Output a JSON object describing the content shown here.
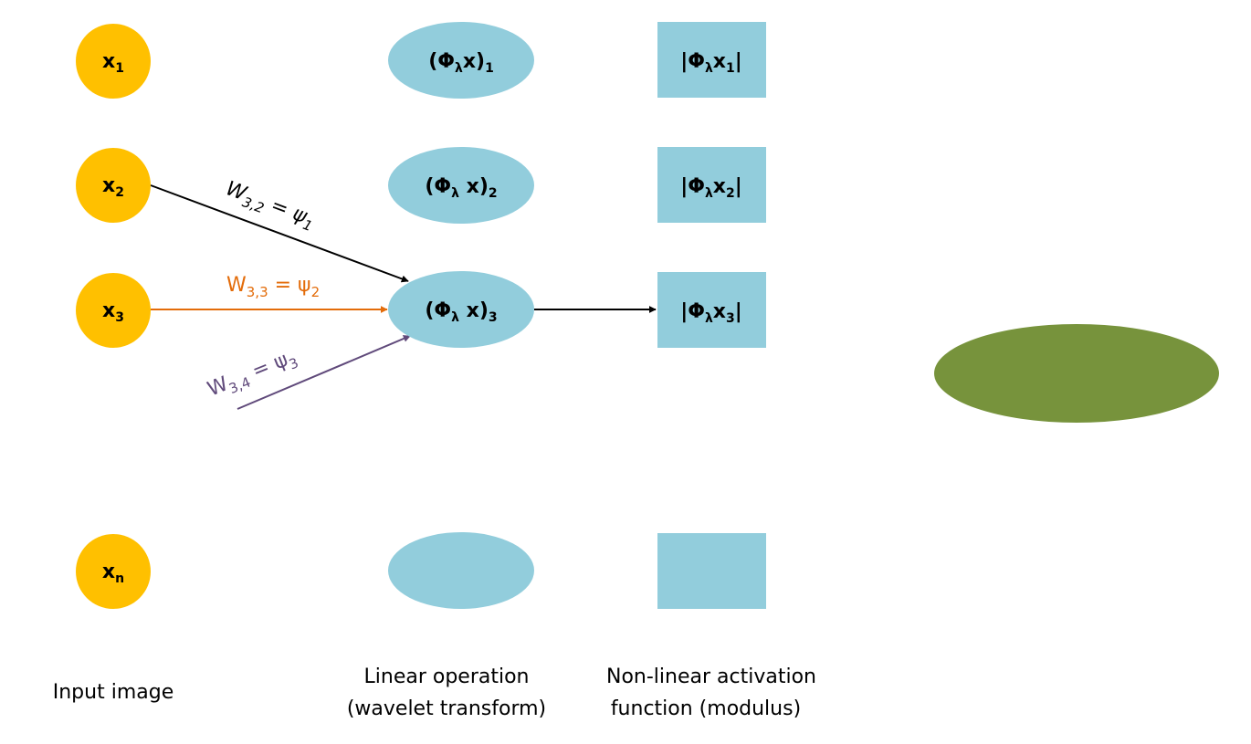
{
  "colors": {
    "input_node": "#FFC000",
    "wavelet_node": "#92CDDC",
    "modulus_node": "#92CDDC",
    "extra_ellipse": "#77933C",
    "edge_w32": "#000000",
    "edge_w33": "#E36C0A",
    "edge_w34": "#604A7B",
    "edge_out": "#000000"
  },
  "inputs": {
    "x1": {
      "base": "x",
      "sub": "1"
    },
    "x2": {
      "base": "x",
      "sub": "2"
    },
    "x3": {
      "base": "x",
      "sub": "3"
    },
    "xn": {
      "base": "x",
      "sub": "n"
    }
  },
  "wavelet": {
    "w1": {
      "open": "(Φ",
      "lambda": "λ",
      "mid": "x)",
      "sub": "1"
    },
    "w2": {
      "open": "(Φ",
      "lambda": "λ",
      "mid": " x)",
      "sub": "2"
    },
    "w3": {
      "open": "(Φ",
      "lambda": "λ",
      "mid": " x)",
      "sub": "3"
    }
  },
  "modulus": {
    "m1": {
      "open": "|Φ",
      "lambda": "λ",
      "mid": "x",
      "sub": "1",
      "close": "|"
    },
    "m2": {
      "open": "|Φ",
      "lambda": "λ",
      "mid": "x",
      "sub": "2",
      "close": "|"
    },
    "m3": {
      "open": "|Φ",
      "lambda": "λ",
      "mid": "x",
      "sub": "3",
      "close": "|"
    }
  },
  "edges": {
    "w32": {
      "w": "W",
      "sub": "3,2",
      "eq": " = ",
      "psi": "ψ",
      "psi_sub": "1"
    },
    "w33": {
      "w": "W",
      "sub": "3,3",
      "eq": " = ",
      "psi": "ψ",
      "psi_sub": "2"
    },
    "w34": {
      "w": "W",
      "sub": "3,4",
      "eq": " = ",
      "psi": "ψ",
      "psi_sub": "3"
    }
  },
  "captions": {
    "input": "Input image",
    "linear_line1": "Linear operation",
    "linear_line2": "(wavelet transform)",
    "nonlinear_line1": "Non-linear activation",
    "nonlinear_line2": "function (modulus)"
  }
}
